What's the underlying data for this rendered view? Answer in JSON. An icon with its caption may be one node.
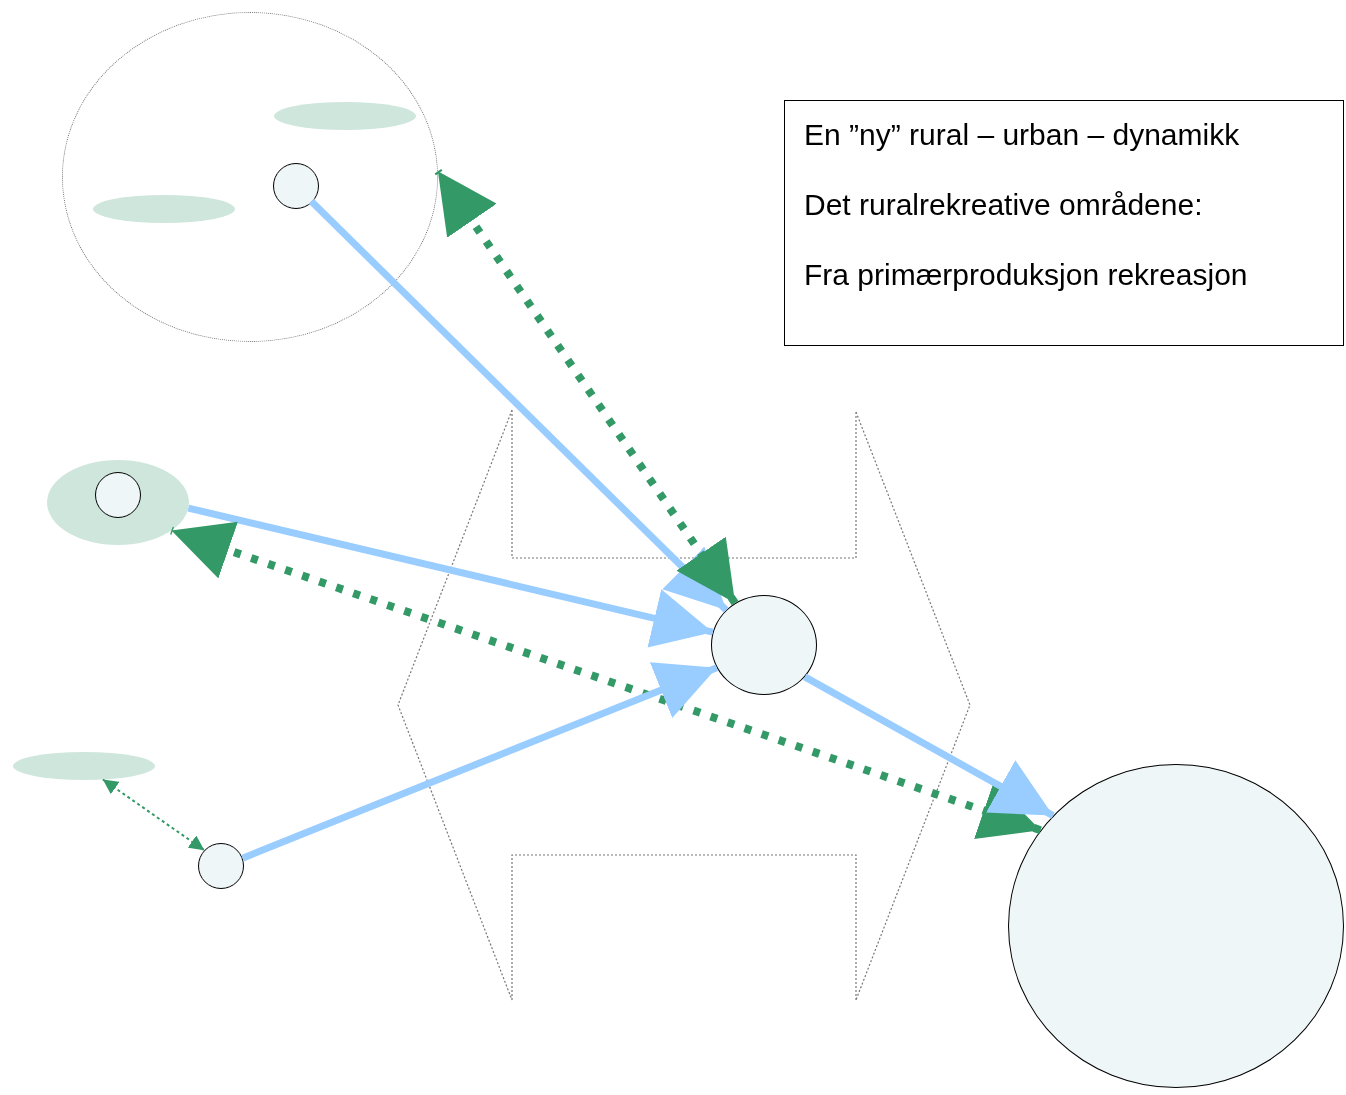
{
  "diagram": {
    "nodes": [
      {
        "text": [],
        "shape": "circle"
      },
      {
        "text": [],
        "shape": "ellipse",
        "in": 0
      },
      {
        "text": [],
        "shape": "circle",
        "in": 0
      },
      {
        "text": [],
        "shape": "ellipse",
        "in": 0
      },
      {
        "text": [],
        "shape": "ellipse"
      },
      {
        "text": [],
        "shape": "circle",
        "in": 4
      },
      {
        "text": [],
        "shape": "ellipse"
      },
      {
        "text": [],
        "shape": "circle"
      },
      {
        "text": [],
        "shape": "circle"
      },
      {
        "text": [],
        "shape": "circle"
      },
      {
        "text": [
          "En ”ny” rural – urban – dynamikk",
          "Det ruralrekreative områdene:",
          "Fra primærproduksjon rekreasjon"
        ]
      }
    ],
    "edges": [
      {
        "from": 2,
        "to": 8,
        "arrow": "to"
      },
      {
        "from": 8,
        "to": 0,
        "arrow": "both",
        "style": "dashed",
        "color": "#339966"
      },
      {
        "from": 4,
        "to": 8,
        "arrow": "to"
      },
      {
        "from": 9,
        "to": 4,
        "arrow": "both",
        "style": "dashed",
        "color": "#339966"
      },
      {
        "from": 7,
        "to": 8,
        "arrow": "to"
      },
      {
        "from": 8,
        "to": 9,
        "arrow": "to"
      },
      {
        "from": 6,
        "to": 7,
        "arrow": "both",
        "style": "dashed",
        "color": "#339966"
      }
    ]
  }
}
